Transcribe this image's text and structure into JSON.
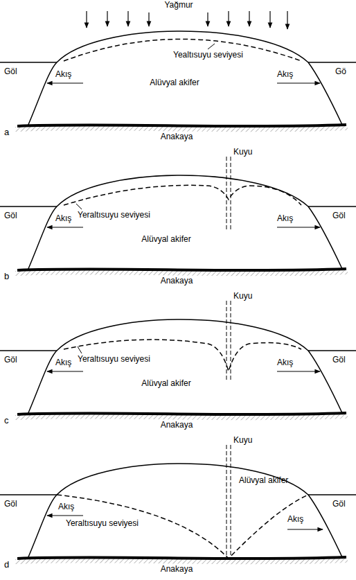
{
  "diagram": {
    "labels": [
      "Yağmur",
      "Yealtısuyu seviyesi",
      "Göl",
      "Akış",
      "Alüvyal akifer",
      "Akış",
      "Gö",
      "a",
      "Anakaya",
      "Kuyu",
      "Yeraltısuyu seviyesi",
      "Göl",
      "Akış",
      "Alüvyal akifer",
      "Akış",
      "Göl",
      "b",
      "Anakaya",
      "Kuyu",
      "Yeraltısuyu seviyesi",
      "Göl",
      "Akış",
      "Alüvyal akifer",
      "Akış",
      "Göl",
      "c",
      "Anakaya",
      "Kuyu",
      "Alüvyal akifer",
      "Göl",
      "Akış",
      "Yeraltısuyu seviyesi",
      "Akış",
      "Göl",
      "d",
      "Anakaya"
    ]
  }
}
